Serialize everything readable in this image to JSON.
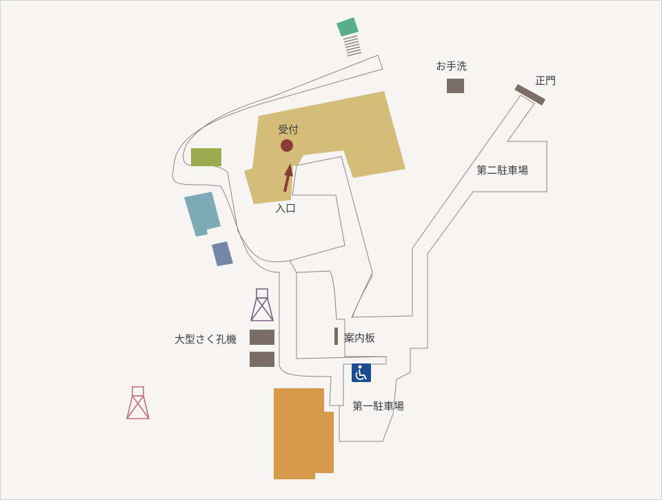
{
  "labels": {
    "restroom": "お手洗",
    "main_gate": "正門",
    "reception": "受付",
    "entrance": "入口",
    "parking_2": "第二駐車場",
    "info_board": "案内板",
    "drilling_rig": "大型さく孔機",
    "parking_1": "第一駐車場"
  },
  "colors": {
    "background": "#f6f5f4",
    "frame": "#d0d0d0",
    "road_fill": "#f6f5f4",
    "road_stroke": "#8a8582",
    "main_building": "#d4bd78",
    "entrance_arrow": "#8b3a3a",
    "reception_dot": "#8b3a3a",
    "green_bldg": "#5aae8a",
    "olive_bldg": "#9aab4f",
    "teal_bldg": "#7daab4",
    "slate_bldg": "#7388a6",
    "dark_marker": "#7a6d65",
    "orange_bldg": "#d59a4c",
    "tower_purple": "#7a5f86",
    "tower_pink": "#c26e7e",
    "accessible_sign": "#1d4b8f"
  },
  "icons": [
    "wheelchair-icon",
    "tower-icon"
  ]
}
